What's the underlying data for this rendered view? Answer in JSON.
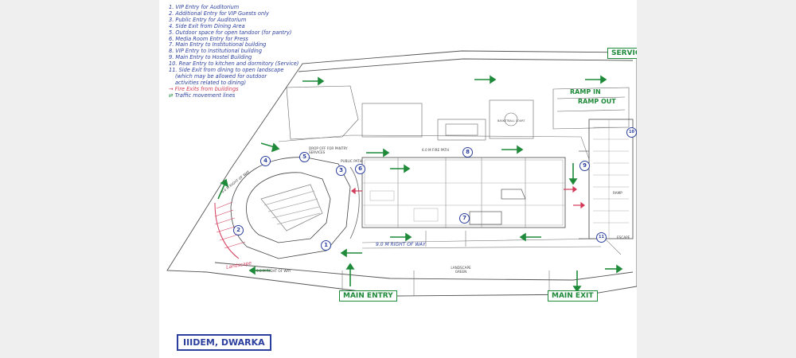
{
  "legend": {
    "items": [
      "1. VIP Entry for Auditorium",
      "2. Additional Entry for VIP Guests only",
      "3. Public Entry for Auditorium",
      "4. Side Exit from Dining Area",
      "5. Outdoor space for open tandoor (for pantry)",
      "6. Media Room Entry for Press",
      "7. Main Entry to Institutional building",
      "8. VIP Entry to Institutional building",
      "9. Main Entry to Hostel Building",
      "10. Rear Entry to kitchen and dormitory (Service)",
      "11. Side Exit from dining to open landscape",
      "(which may be allowed for outdoor",
      "activities related to dining)"
    ],
    "fire_exit": "Fire Exits from buildings",
    "traffic": "Traffic movement lines"
  },
  "labels": {
    "service": "SERVICE",
    "ramp_in": "RAMP IN",
    "ramp_out": "RAMP OUT",
    "main_entry": "MAIN ENTRY",
    "main_exit": "MAIN EXIT",
    "project": "IIIDEM, DWARKA",
    "drop_off": "DROP OFF FOR PANTRY SERVICES",
    "fire_path": "6.0 M FIRE PATH",
    "public_path": "PUBLIC PATH",
    "row_bottom": "9.0 M RIGHT OF WAY",
    "row_road": "9.0 M RIGHT OF WAY",
    "row_left": "9.0 M RIGHT OF WAY",
    "landscape_green": "LANDSCAPE GREEN",
    "landscape": "Landscape",
    "court": "BASKETBALL COURT",
    "escape": "ESCAPE",
    "ramp_small": "RAMP"
  },
  "markers": [
    "1",
    "2",
    "3",
    "4",
    "5",
    "6",
    "7",
    "8",
    "9",
    "10",
    "11"
  ],
  "colors": {
    "ink_blue": "#2b3f9e",
    "traffic_green": "#1f8a3a",
    "fire_red": "#d23a5a",
    "plan_line": "#555555"
  }
}
